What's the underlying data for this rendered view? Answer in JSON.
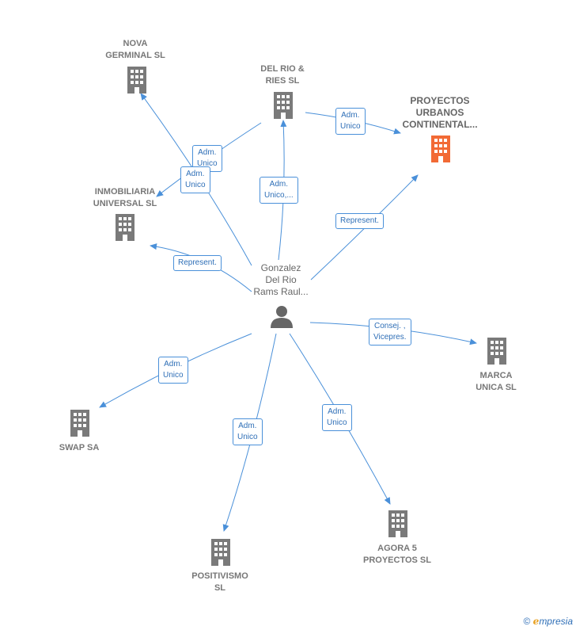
{
  "nodes": {
    "nova_germinal": "NOVA\nGERMINAL SL",
    "del_rio_ries": "DEL RIO &\nRIES SL",
    "proyectos_urbanos": "PROYECTOS\nURBANOS\nCONTINENTAL...",
    "inmobiliaria_universal": "INMOBILIARIA\nUNIVERSAL  SL",
    "person": "Gonzalez\nDel Rio\nRams Raul...",
    "marca_unica": "MARCA\nUNICA SL",
    "swap": "SWAP SA",
    "positivismo": "POSITIVISMO\nSL",
    "agora5": "AGORA 5\nPROYECTOS SL"
  },
  "edges": {
    "adm_unico_1": "Adm.\nUnico",
    "adm_unico_2": "Adm.\nUnico",
    "adm_unico_3": "Adm.\nUnico",
    "adm_unico_varios": "Adm.\nUnico,...",
    "represent_1": "Represent.",
    "represent_2": "Represent.",
    "consej_vicepres": "Consej. ,\nVicepres.",
    "adm_unico_swap": "Adm.\nUnico",
    "adm_unico_positivismo": "Adm.\nUnico",
    "adm_unico_agora": "Adm.\nUnico"
  },
  "colors": {
    "edge": "#4a90d9",
    "building": "#7a7a7a",
    "focus_building": "#f26a35",
    "person": "#666666"
  },
  "footer": {
    "copyright_symbol": "©",
    "brand_initial": "e",
    "brand_rest": "mpresia"
  }
}
